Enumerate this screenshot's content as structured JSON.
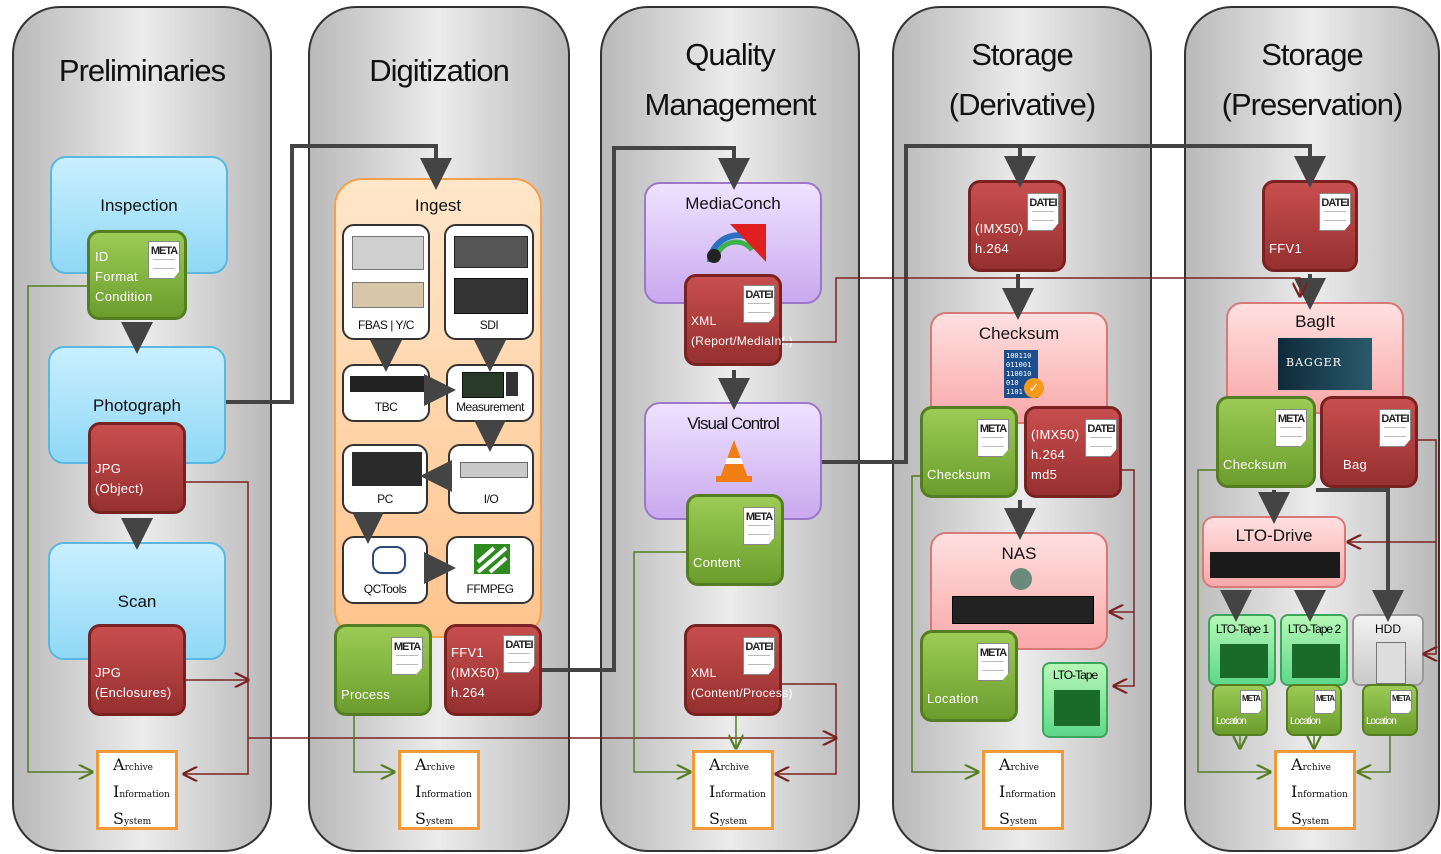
{
  "columns": [
    {
      "title_lines": [
        "Preliminaries"
      ]
    },
    {
      "title_lines": [
        "Digitization"
      ]
    },
    {
      "title_lines": [
        "Quality",
        "Management"
      ]
    },
    {
      "title_lines": [
        "Storage",
        "(Derivative)"
      ]
    },
    {
      "title_lines": [
        "Storage",
        "(Preservation)"
      ]
    }
  ],
  "meta_label": "META",
  "datei_label": "DATEI",
  "ais": {
    "a": "A",
    "a_rest": "rchive",
    "i": "I",
    "i_rest": "nformation",
    "s": "S",
    "s_rest": "ystem"
  },
  "preliminaries": {
    "inspection": {
      "title": "Inspection",
      "meta_lines": [
        "ID",
        "Format",
        "Condition"
      ]
    },
    "photograph": {
      "title": "Photograph",
      "file_lines": [
        "JPG",
        "(Object)"
      ]
    },
    "scan": {
      "title": "Scan",
      "file_lines": [
        "JPG",
        "(Enclosures)"
      ]
    }
  },
  "digitization": {
    "ingest_title": "Ingest",
    "devices": [
      "FBAS | Y/C",
      "SDI",
      "TBC",
      "Measurement",
      "PC",
      "I/O",
      "QCTools",
      "FFMPEG"
    ],
    "process_label": "Process",
    "file_lines": [
      "FFV1",
      "(IMX50)",
      "h.264"
    ]
  },
  "quality": {
    "mediaconch_title": "MediaConch",
    "report_lines": [
      "XML",
      "(Report/MediaInf.)"
    ],
    "visual_title": "Visual Control",
    "content_label": "Content",
    "xml_lines": [
      "XML",
      "(Content/Process)"
    ]
  },
  "derivative": {
    "file_lines": [
      "(IMX50)",
      "h.264"
    ],
    "checksum_title": "Checksum",
    "binary_lines": [
      "100110",
      "011001",
      "110010",
      "010",
      "1101"
    ],
    "checksum_label": "Checksum",
    "md5_lines": [
      "(IMX50)",
      "h.264",
      "md5"
    ],
    "nas_title": "NAS",
    "location_label": "Location",
    "lto_label": "LTO-Tape"
  },
  "preservation": {
    "file_lines": [
      "FFV1"
    ],
    "bagit_title": "BagIt",
    "bagger_label": "BAGGER",
    "checksum_label": "Checksum",
    "bag_label": "Bag",
    "lto_drive_title": "LTO-Drive",
    "tapes": [
      "LTO-Tape 1",
      "LTO-Tape 2",
      "HDD"
    ],
    "location_label": "Location"
  },
  "colors": {
    "red": "#963030",
    "green": "#6c9c2c",
    "orange": "#f29a3a",
    "arrow": "#444444",
    "thin_arrow": "#7a2222"
  }
}
